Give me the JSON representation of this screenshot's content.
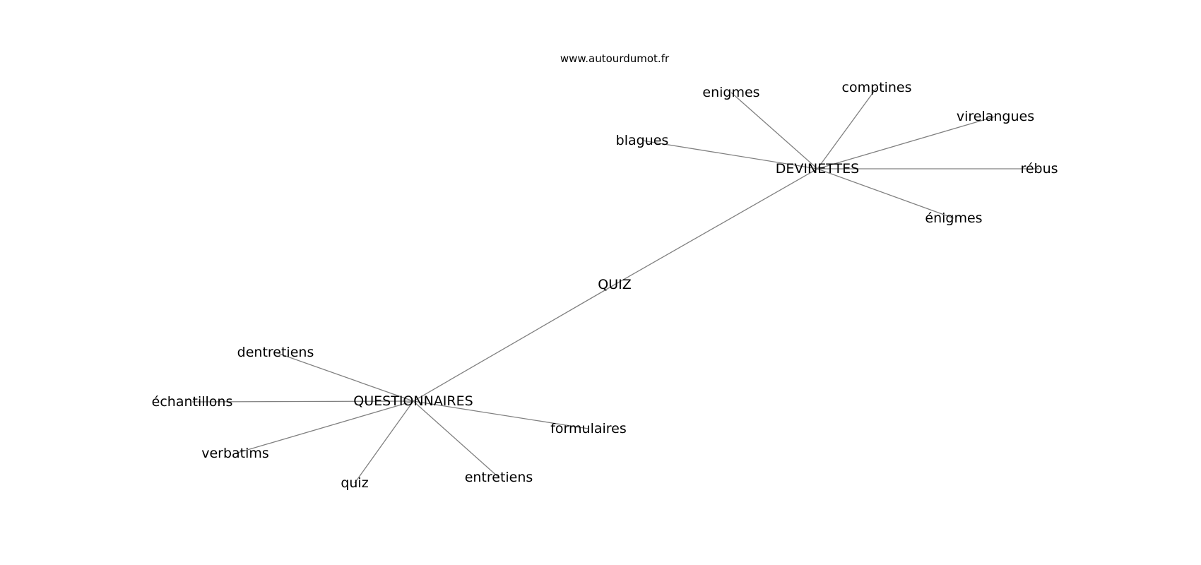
{
  "site": "www.autourdumot.fr",
  "colors": {
    "edge": "#808080",
    "text": "#000000",
    "background": "#ffffff"
  },
  "graph": {
    "center": "QUIZ",
    "hubs": [
      {
        "label": "DEVINETTES",
        "children": [
          "enigmes",
          "comptines",
          "virelangues",
          "blagues",
          "rébus",
          "énigmes"
        ]
      },
      {
        "label": "QUESTIONNAIRES",
        "children": [
          "dentretiens",
          "échantillons",
          "formulaires",
          "verbatims",
          "quiz",
          "entretiens"
        ]
      }
    ]
  }
}
